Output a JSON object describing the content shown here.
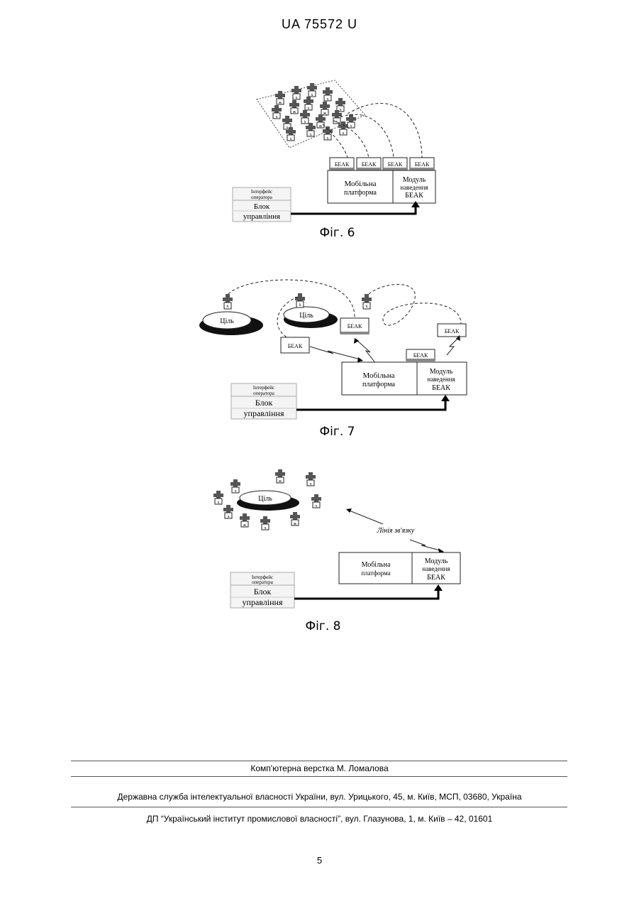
{
  "header": {
    "doc_number": "UA   75572   U"
  },
  "labels": {
    "beak": "БЕАК",
    "mobile_platform_1": "Мобільна",
    "mobile_platform_2": "платформа",
    "module_1": "Модуль",
    "module_2": "наведення",
    "module_3": "БЕАК",
    "interface_1": "Інтерфейс",
    "interface_2": "оператора",
    "control_1": "Блок",
    "control_2": "управління",
    "target": "Ціль",
    "link_line": "Лінія зв'язку",
    "mark_x": "x",
    "mark_zh": "ж"
  },
  "figures": {
    "fig6": "Фіг. 6",
    "fig7": "Фіг. 7",
    "fig8": "Фіг. 8"
  },
  "footer": {
    "layout": "Комп'ютерна верстка М. Ломалова",
    "agency": "Державна служба інтелектуальної власності України, вул. Урицького, 45, м. Київ, МСП, 03680, Україна",
    "institute": "ДП “Український інститут промислової власності”, вул. Глазунова, 1, м. Київ – 42, 01601",
    "page": "5"
  }
}
